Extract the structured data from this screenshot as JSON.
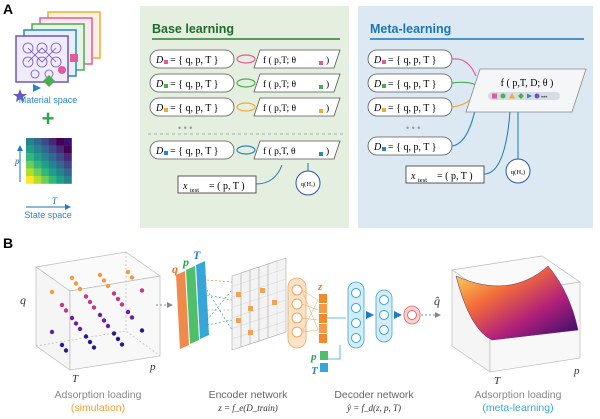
{
  "panel_a": {
    "label": "A",
    "material_space_label": "Material space",
    "plus_sign": "+",
    "state_space_label": "State space",
    "state_axis_y": "p",
    "state_axis_x": "T",
    "base": {
      "title": "Base learning",
      "rows": [
        {
          "dataset": "D",
          "set": "= { q, p, T }",
          "model": "f ( p,T; θ",
          "close": ")"
        },
        {
          "dataset": "D",
          "set": "= { q, p, T }",
          "model": "f ( p,T; θ",
          "close": ")"
        },
        {
          "dataset": "D",
          "set": "= { q, p, T }",
          "model": "f ( p,T; θ",
          "close": ")"
        }
      ],
      "ellipsis": "• • •",
      "last_row": {
        "dataset": "D",
        "set": "= { q, p, T }",
        "model": "f ( p,T, θ",
        "close": ")"
      },
      "xtest": "x",
      "xtest_sub": "test",
      "xtest_value": "= ( p, T )",
      "q_label": "q(Hₒ)"
    },
    "meta": {
      "title": "Meta-learning",
      "rows": [
        {
          "dataset": "D",
          "set": "= { q, p, T }"
        },
        {
          "dataset": "D",
          "set": "= { q, p, T }"
        },
        {
          "dataset": "D",
          "set": "= { q, p, T }"
        }
      ],
      "ellipsis": "• • •",
      "last_row": {
        "dataset": "D",
        "set": "= { q, p, T }"
      },
      "model": "f ( p,T, D; θ )",
      "xtest": "x",
      "xtest_sub": "test",
      "xtest_value": "= ( p, T )",
      "q_label": "q(Hₒ)"
    }
  },
  "panel_b": {
    "label": "B",
    "left_axis_q": "q",
    "left_axis_t": "T",
    "left_axis_p": "p",
    "input_q": "q",
    "input_p": "p",
    "input_t": "T",
    "latent_z": "z",
    "decoder_p": "p",
    "decoder_t": "T",
    "right_axis_q": "q̂",
    "right_axis_t": "T",
    "right_axis_p": "p",
    "captions": [
      {
        "title": "Adsorption loading",
        "sub": "(simulation)"
      },
      {
        "title": "Encoder network",
        "sub": "z = f_e(D_train)"
      },
      {
        "title": "Decoder network",
        "sub": "ŷ = f_d(z, p, T)"
      },
      {
        "title": "Adsorption loading",
        "sub": "(meta-learning)"
      }
    ]
  },
  "colors": {
    "base_bg": "#e4efe0",
    "base_title": "#1f6b2a",
    "meta_bg": "#dce9f3",
    "meta_title": "#1b76b7",
    "accent_blue": "#2e86c1",
    "sim_caption": "#f0a030",
    "meta_caption": "#33a9d6"
  }
}
